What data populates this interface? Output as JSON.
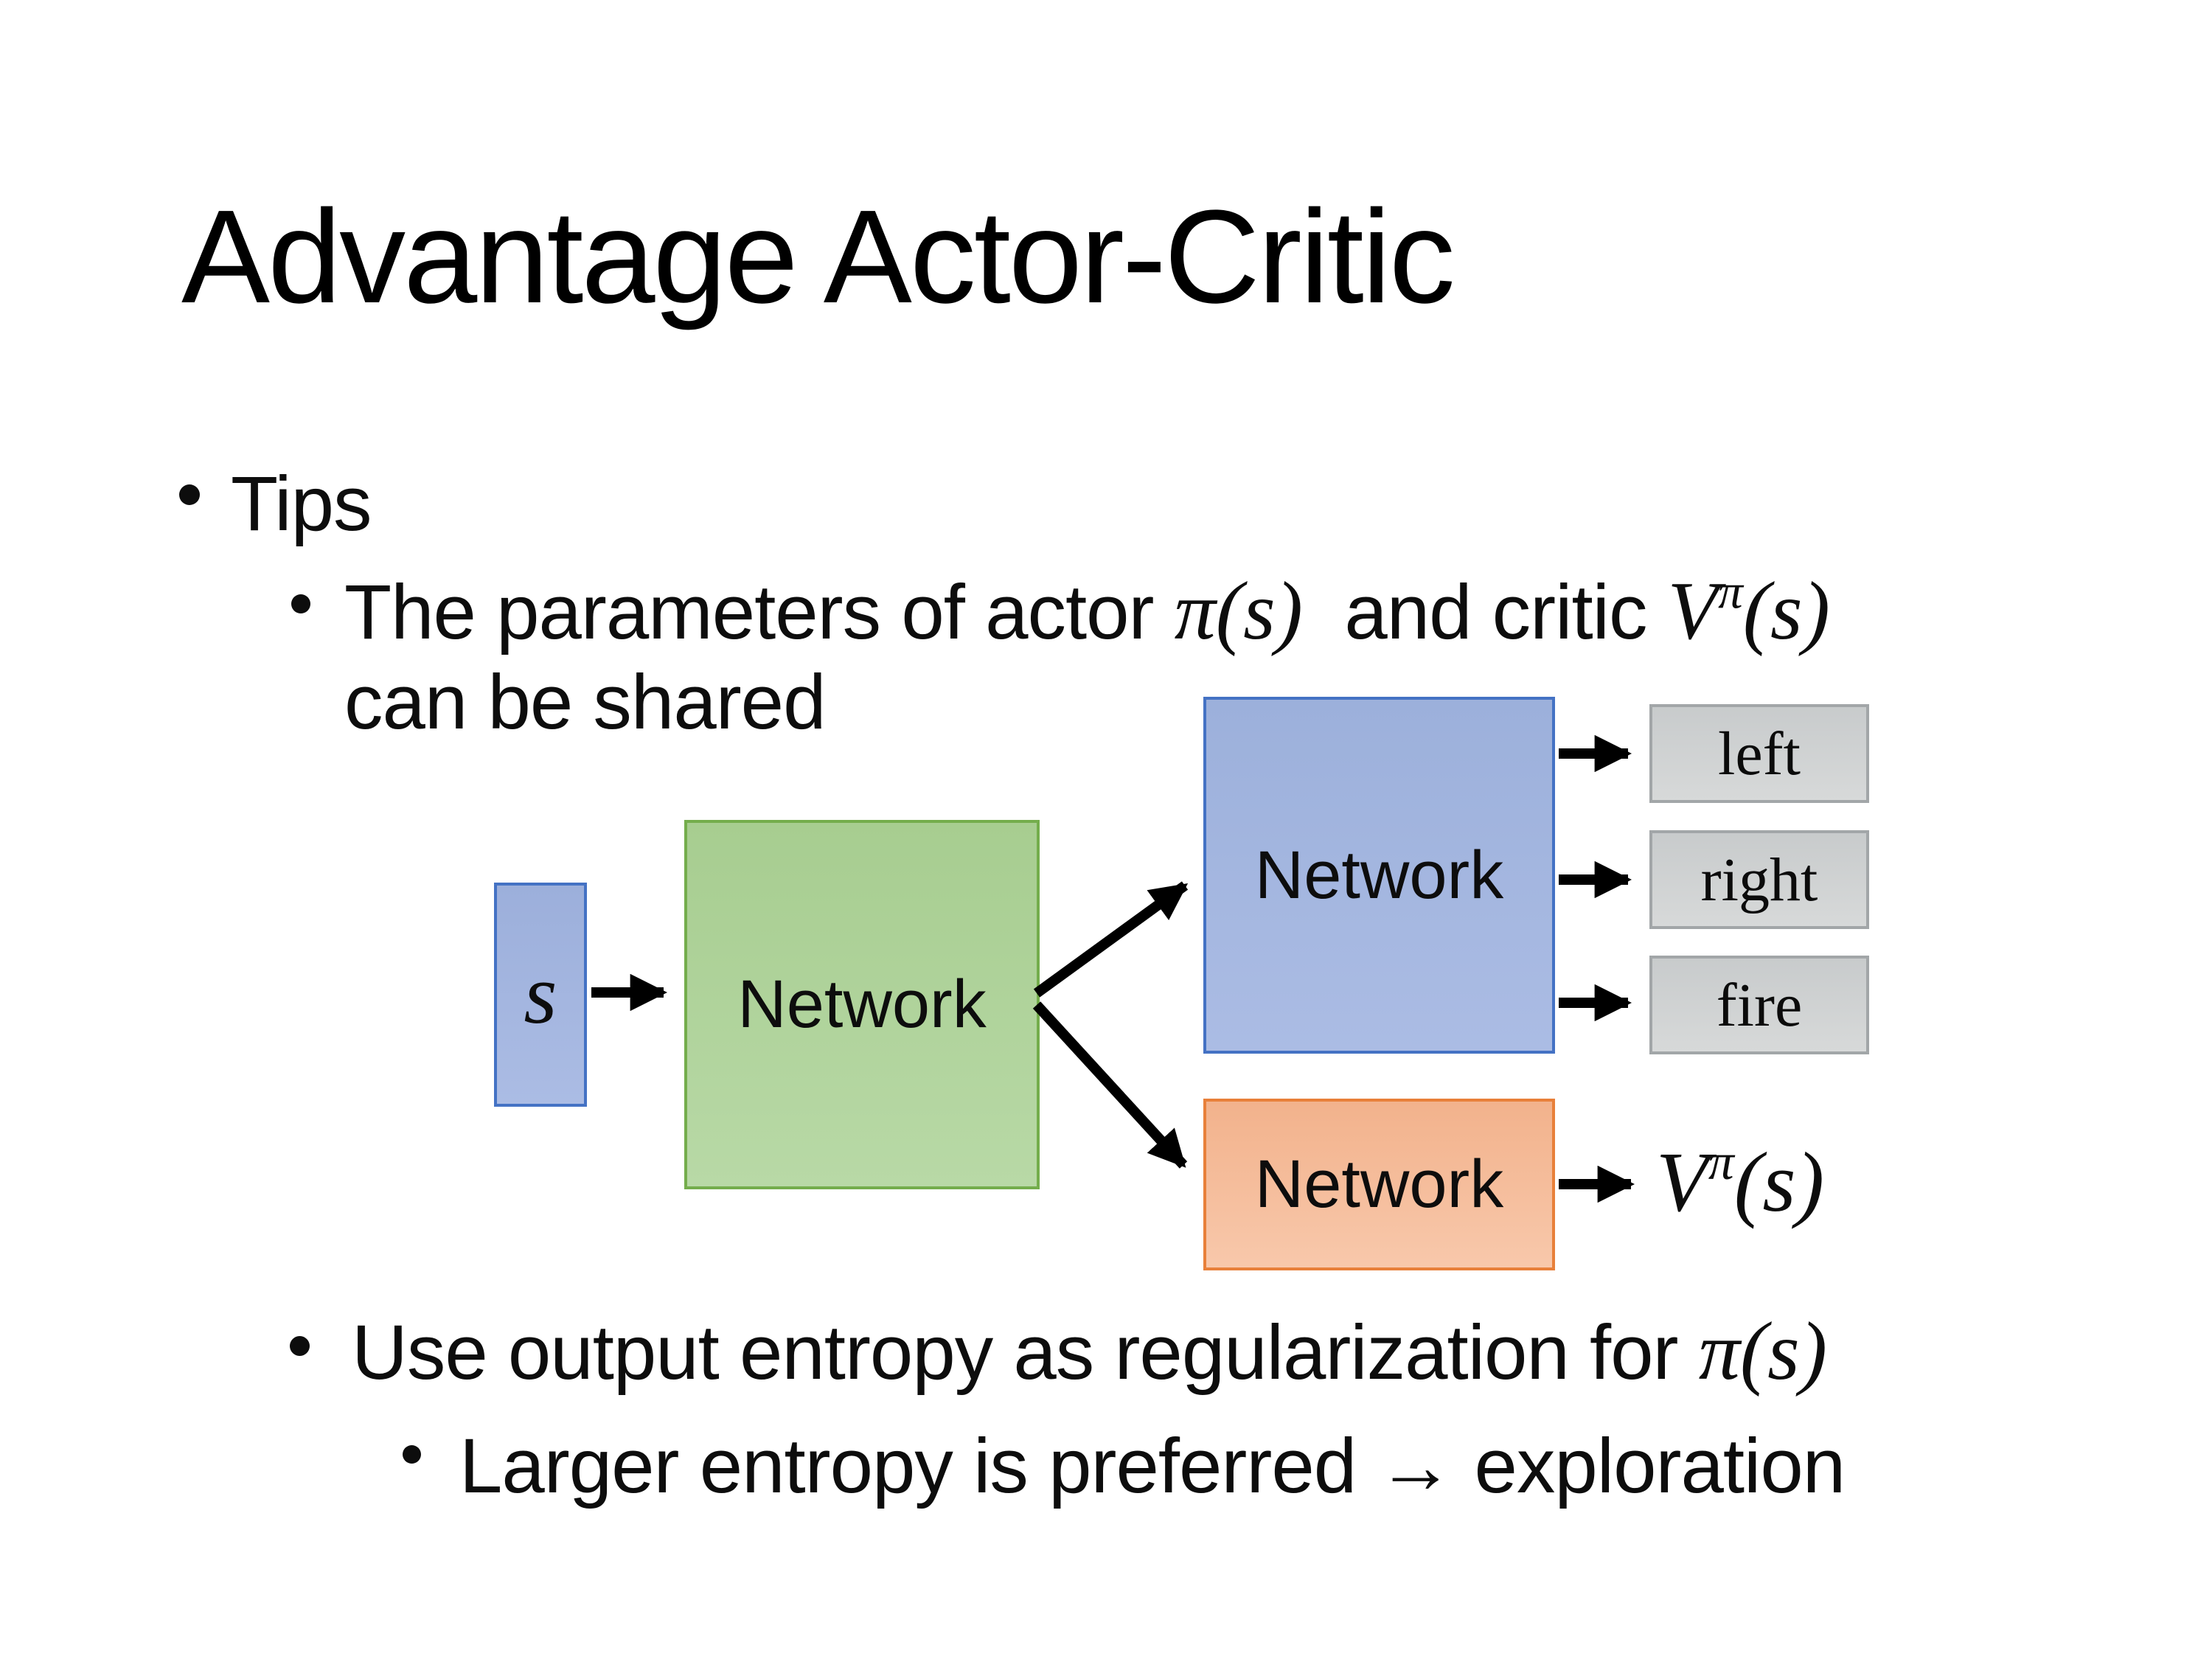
{
  "slide": {
    "title": "Advantage Actor-Critic"
  },
  "bullets": {
    "tips": "Tips",
    "shared": {
      "prefix": "The parameters of actor ",
      "actor_math": "π(s)",
      "middle": "  and critic ",
      "critic_base": "V",
      "critic_sup": "π",
      "critic_args": "(s)",
      "line2": "can be shared"
    },
    "entropy": {
      "prefix": "Use output entropy as regularization for ",
      "math": "π(s)"
    },
    "exploration": "Larger entropy is preferred → exploration"
  },
  "diagram": {
    "state_label": "s",
    "shared_network_label": "Network",
    "actor_network_label": "Network",
    "critic_network_label": "Network",
    "actions": [
      "left",
      "right",
      "fire"
    ],
    "value_output": {
      "base": "V",
      "sup": "π",
      "args": "(s)"
    },
    "colors": {
      "state_fill": "#a3b5e0",
      "state_border": "#4472c4",
      "shared_fill": "#afd39b",
      "shared_border": "#74ad4c",
      "actor_fill": "#a3b5e0",
      "actor_border": "#4472c4",
      "critic_fill": "#f5bd9b",
      "critic_border": "#e8803a",
      "action_fill": "#cfd2d3",
      "action_border": "#a2a6a8",
      "arrow": "#000000",
      "text": "#0d0d0d"
    }
  }
}
